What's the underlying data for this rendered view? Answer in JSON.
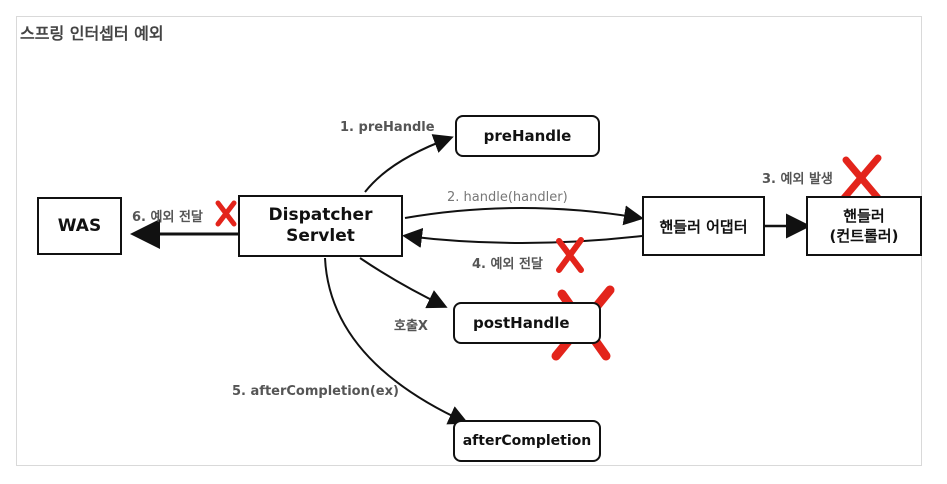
{
  "title": "스프링 인터셉터 예외",
  "nodes": {
    "was": "WAS",
    "dispatcher_line1": "Dispatcher",
    "dispatcher_line2": "Servlet",
    "prehandle": "preHandle",
    "posthandle": "postHandle",
    "aftercompletion": "afterCompletion",
    "adapter": "핸들러 어댑터",
    "handler_line1": "핸들러",
    "handler_line2": "(컨트롤러)"
  },
  "edges": {
    "step1": "1. preHandle",
    "step2": "2. handle(handler)",
    "step3": "3. 예외 발생",
    "step4": "4. 예외 전달",
    "step5": "5. afterCompletion(ex)",
    "step6": "6. 예외 전달",
    "not_called": "호출X"
  },
  "colors": {
    "cross": "#e3241b",
    "arrow": "#111111",
    "frame": "#d9d9d9"
  }
}
